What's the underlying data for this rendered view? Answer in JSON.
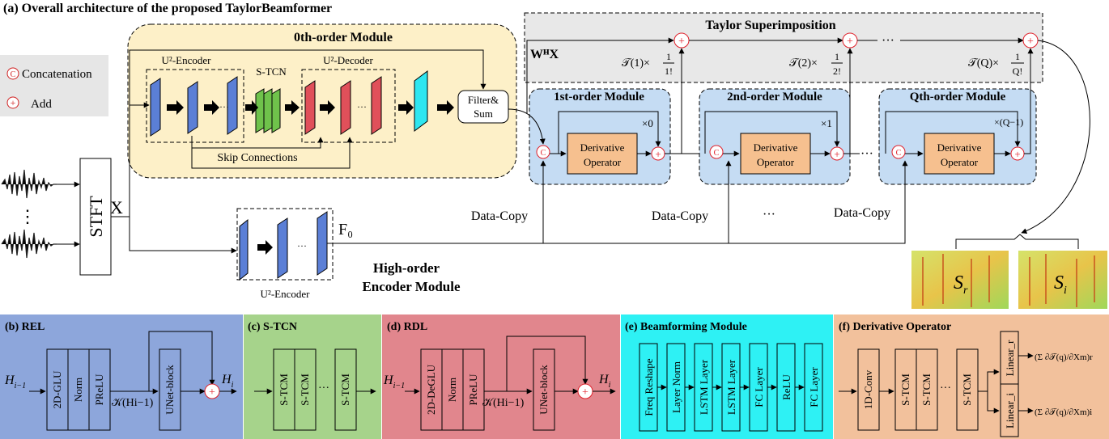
{
  "title": "(a) Overall architecture of the proposed TaylorBeamformer",
  "legend": {
    "concat_symbol": "C",
    "concat_label": "Concatenation",
    "add_symbol": "+",
    "add_label": "Add"
  },
  "zeroth": {
    "title": "0th-order Module",
    "enc": "U²-Encoder",
    "stcn": "S-TCN",
    "dec": "U²-Decoder",
    "filter1": "Filter&",
    "filter2": "Sum",
    "skip": "Skip Connections"
  },
  "taylor": {
    "title": "Taylor Superimposition",
    "whx": "WᴴX",
    "t1": "𝒯(1)×",
    "t2": "𝒯(2)×",
    "tq": "𝒯(Q)×",
    "f1n": "1",
    "f1d": "1!",
    "f2n": "1",
    "f2d": "2!",
    "fqn": "1",
    "fqd": "Q!"
  },
  "orders": [
    {
      "title": "1st-order Module",
      "mult": "×0",
      "op1": "Derivative",
      "op2": "Operator"
    },
    {
      "title": "2nd-order Module",
      "mult": "×1",
      "op1": "Derivative",
      "op2": "Operator"
    },
    {
      "title": "Qth-order Module",
      "mult": "×(Q−1)",
      "op1": "Derivative",
      "op2": "Operator"
    }
  ],
  "input": {
    "stft": "STFT",
    "x": "X",
    "f0": "F₀",
    "dots": "⋮"
  },
  "datacopy": "Data-Copy",
  "ellipsis": "···",
  "high_order": {
    "enc": "U²-Encoder",
    "line1": "High-order",
    "line2": "Encoder Module"
  },
  "outputs": {
    "sr": "Sr",
    "si": "Si"
  },
  "panels": {
    "rel": {
      "title": "(b) REL",
      "glu": "2D-GLU",
      "norm": "Norm",
      "prelu": "PReLU",
      "unet": "UNet-block",
      "hin": "Hi−1",
      "hout": "Hi",
      "k": "𝒦(Hi−1)"
    },
    "stcn": {
      "title": "(c) S-TCN",
      "items": [
        "S-TCM",
        "S-TCM",
        "S-TCM"
      ]
    },
    "rdl": {
      "title": "(d) RDL",
      "deglu": "2D-DeGLU",
      "norm": "Norm",
      "prelu": "PReLU",
      "unet": "UNet-block",
      "hin": "Hi−1",
      "hout": "Hi",
      "k": "𝒦(Hi−1)"
    },
    "bf": {
      "title": "(e) Beamforming Module",
      "items": [
        "Freq Reshape",
        "Layer Norm",
        "LSTM Layer",
        "LSTM Layer",
        "FC Layer",
        "ReLU",
        "FC Layer"
      ]
    },
    "dop": {
      "title": "(f) Derivative Operator",
      "conv": "1D-Conv",
      "tcm": [
        "S-TCM",
        "S-TCM",
        "S-TCM"
      ],
      "lin_r": "Linear_r",
      "lin_i": "Linear_i",
      "sum_r": "(Σ ∂𝒯(q)/∂Xm)r",
      "sum_i": "(Σ ∂𝒯(q)/∂Xm)i"
    }
  },
  "colors": {
    "zeroth_bg": "#fdf0c8",
    "taylor_bg": "#e8e8e8",
    "order_bg": "#c5dcf3",
    "enc_blue": "#5b7fd6",
    "stcn_green": "#6fc24b",
    "dec_red": "#e0505a",
    "cyan": "#2ee6f0",
    "rel_bg": "#8da6db",
    "stcn_bg": "#a6d38b",
    "rdl_bg": "#e1868d",
    "bf_bg": "#2ef1f4",
    "dop_bg": "#f2c19c",
    "op_box": "#f6c08f",
    "add_red": "#e0202a"
  }
}
